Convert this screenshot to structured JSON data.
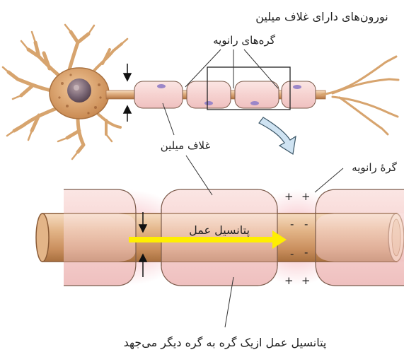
{
  "labels": {
    "title": "نورون‌های دارای غلاف میلین",
    "nodes_of_ranvier": "گره‌های رانویه",
    "myelin_sheath": "غلاف میلین",
    "node_of_ranvier": "گرهٔ رانویه",
    "action_potential": "پتانسیل عمل",
    "saltatory_caption": "پتانسیل عمل ازیک گره به گره دیگر می‌جهد",
    "plus_sign": "+",
    "minus_sign": "-"
  },
  "colors": {
    "axon": "#d19a6a",
    "axon_dark": "#a86f45",
    "myelin": "#f3cfcf",
    "myelin_edge": "#7b5a4a",
    "glow": "#f2a3aa",
    "nucleus": "#7d6a78",
    "schwann_nucleus": "#9b86c8",
    "arrow": "#ffee00",
    "callout_arrow": "#cfe3f2"
  }
}
